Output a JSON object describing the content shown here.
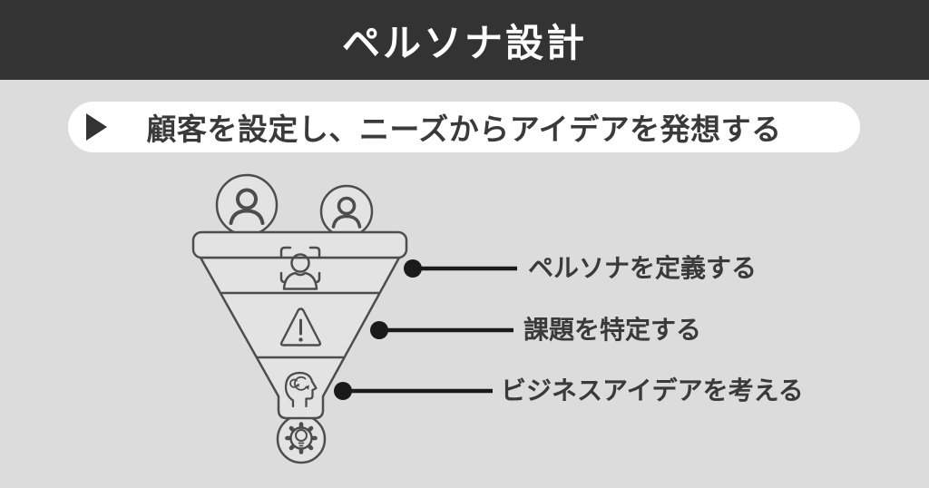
{
  "header": {
    "title": "ペルソナ設計"
  },
  "banner": {
    "icon": "play-triangle-icon",
    "text": "顧客を設定し、ニーズからアイデアを発想する"
  },
  "funnel": {
    "top_icons": [
      "user-icon",
      "user-icon"
    ],
    "stages": [
      {
        "icon": "persona-focus-icon",
        "label": "ペルソナを定義する"
      },
      {
        "icon": "warning-icon",
        "label": "課題を特定する"
      },
      {
        "icon": "thinking-head-icon",
        "label": "ビジネスアイデアを考える"
      }
    ],
    "output_icon": "gear-lightbulb-icon"
  },
  "colors": {
    "header_bg": "#333333",
    "header_text": "#ffffff",
    "background": "#dcdcdc",
    "banner_bg": "#ffffff",
    "body_text": "#3a3a3a",
    "funnel_fill": "#e3e3e3",
    "funnel_stroke": "#4d4d4d",
    "connector": "#1a1a1a"
  }
}
